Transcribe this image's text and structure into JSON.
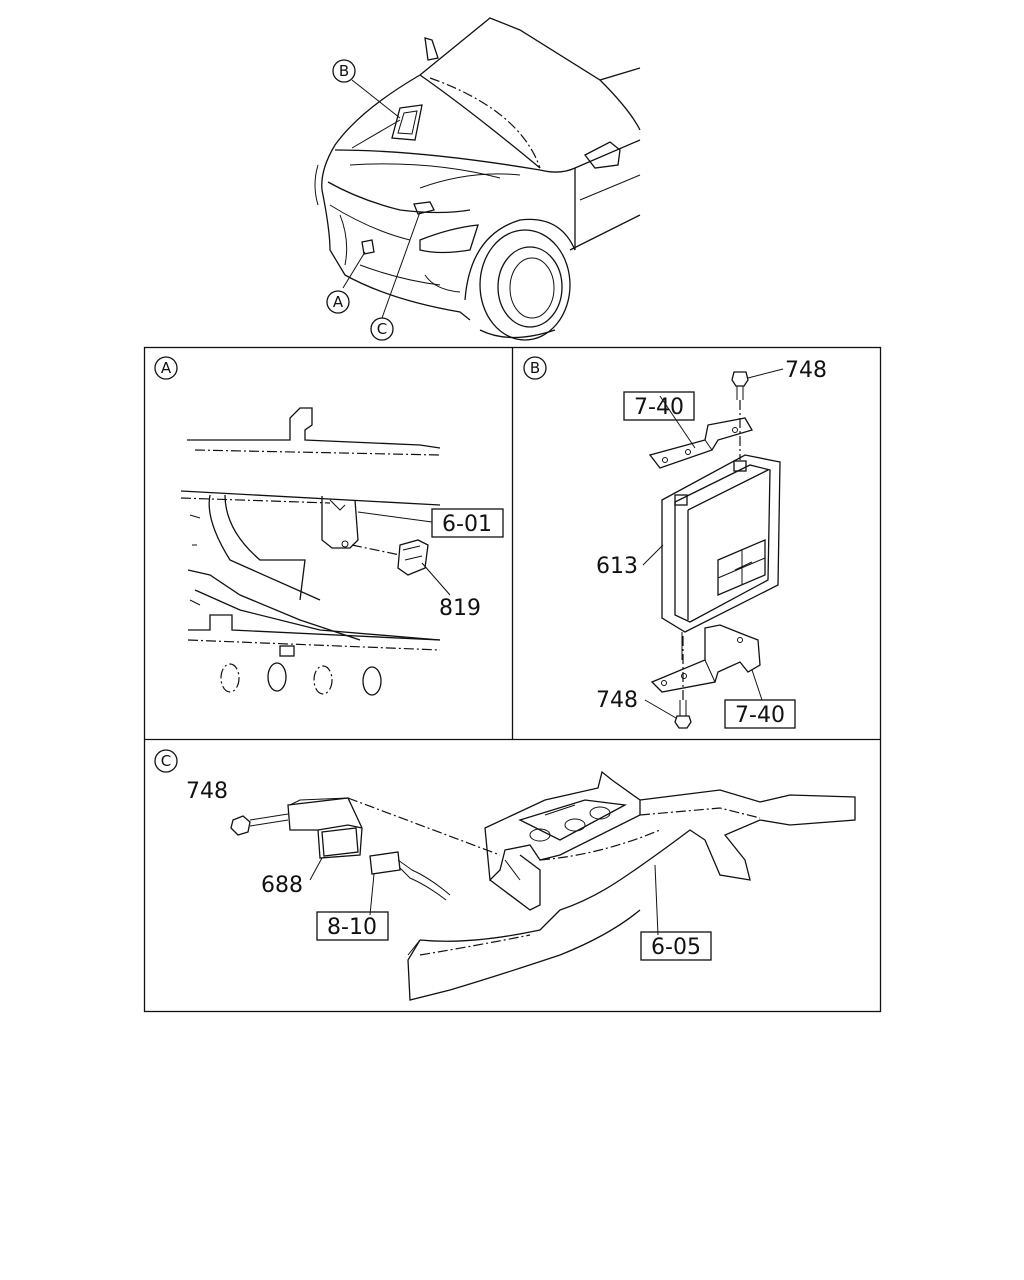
{
  "overview": {
    "callouts": [
      "B",
      "A",
      "C"
    ]
  },
  "panels": {
    "a": {
      "letter": "A",
      "refs": [
        "6-01"
      ],
      "parts": [
        "819"
      ]
    },
    "b": {
      "letter": "B",
      "refs": [
        "7-40",
        "7-40"
      ],
      "parts": [
        "748",
        "613",
        "748"
      ]
    },
    "c": {
      "letter": "C",
      "refs": [
        "8-10",
        "6-05"
      ],
      "parts": [
        "748",
        "688"
      ]
    }
  }
}
